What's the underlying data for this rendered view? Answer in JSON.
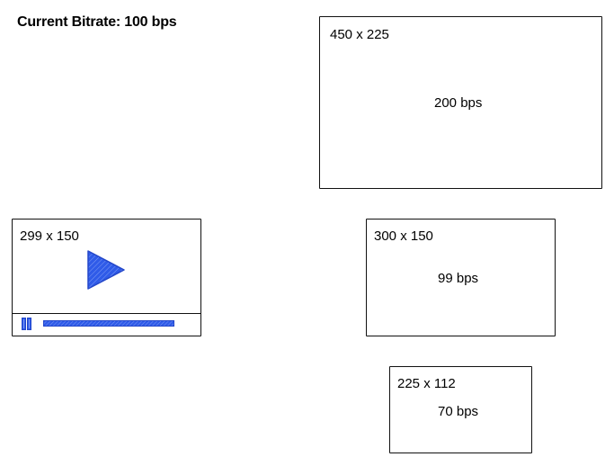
{
  "title": "Current Bitrate: 100 bps",
  "accent_color": "#2f5be8",
  "renditions": {
    "r450": {
      "dimensions": "450 x 225",
      "bitrate": "200 bps"
    },
    "r299": {
      "dimensions": "299 x 150",
      "player": {
        "play_icon": "play-icon",
        "pause_icon": "pause-icon"
      }
    },
    "r300": {
      "dimensions": "300 x 150",
      "bitrate": "99 bps"
    },
    "r225": {
      "dimensions": "225 x 112",
      "bitrate": "70 bps"
    }
  }
}
